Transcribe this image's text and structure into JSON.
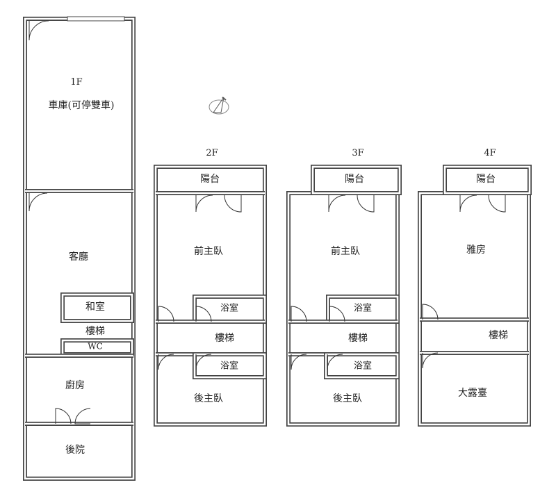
{
  "floors": {
    "f1": {
      "label": "1F",
      "rooms": {
        "garage": "車庫(可停雙車)",
        "living": "客廳",
        "tatami": "和室",
        "stairs": "樓梯",
        "wc": "WC",
        "kitchen": "廚房",
        "backyard": "後院"
      }
    },
    "f2": {
      "label": "2F",
      "rooms": {
        "balcony": "陽台",
        "front_master": "前主臥",
        "bath_front": "浴室",
        "stairs": "樓梯",
        "bath_rear": "浴室",
        "rear_master": "後主臥"
      }
    },
    "f3": {
      "label": "3F",
      "rooms": {
        "balcony": "陽台",
        "front_master": "前主臥",
        "bath_front": "浴室",
        "stairs": "樓梯",
        "bath_rear": "浴室",
        "rear_master": "後主臥"
      }
    },
    "f4": {
      "label": "4F",
      "rooms": {
        "balcony": "陽台",
        "suite": "雅房",
        "stairs": "樓梯",
        "terrace": "大露臺"
      }
    }
  },
  "compass": "north-arrow-icon"
}
